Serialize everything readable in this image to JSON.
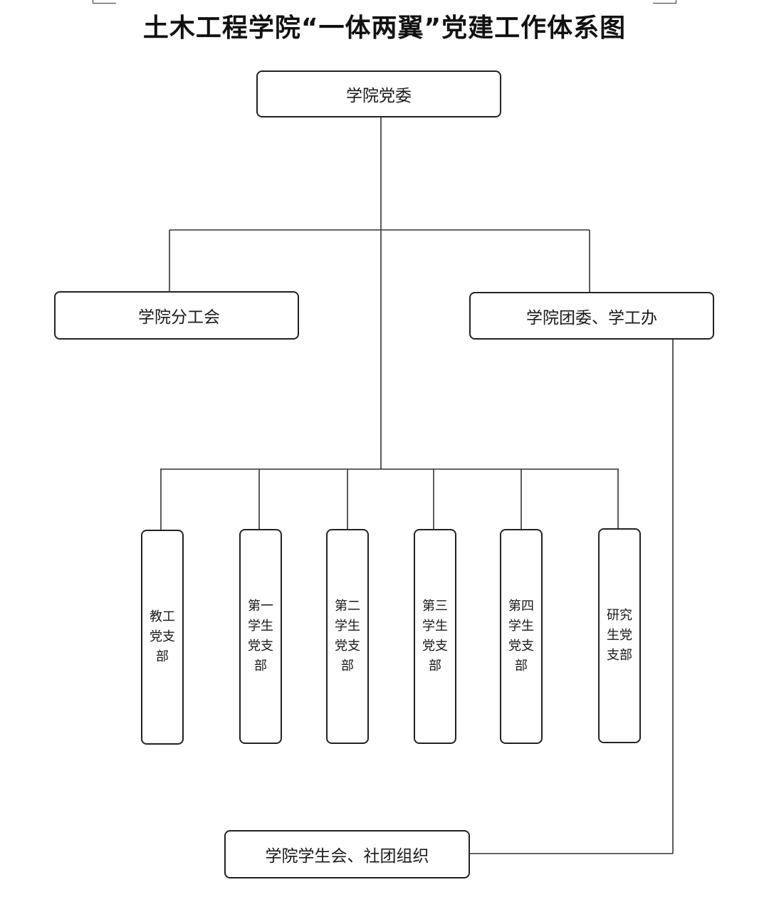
{
  "title": "土木工程学院“一体两翼”党建工作体系图",
  "nodes": {
    "party_committee": "学院党委",
    "union": "学院分工会",
    "youth_league": "学院团委、学工办",
    "student_union": "学院学生会、社团组织",
    "branches": [
      "教工党支部",
      "第一学生党支部",
      "第二学生党支部",
      "第三学生党支部",
      "第四学生党支部",
      "研究生党支部"
    ]
  }
}
